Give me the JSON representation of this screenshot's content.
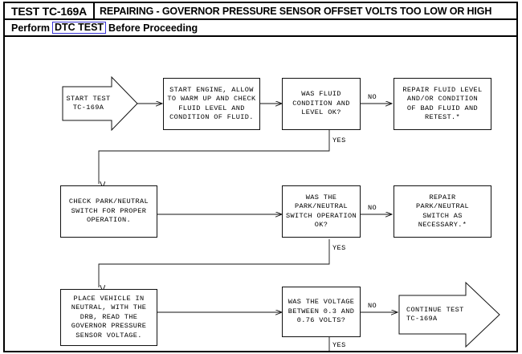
{
  "header": {
    "test_id": "TEST TC-169A",
    "title": "REPAIRING - GOVERNOR PRESSURE SENSOR OFFSET VOLTS TOO LOW OR HIGH",
    "sub_prefix": "Perform",
    "sub_link": "DTC TEST",
    "sub_suffix": "Before Proceeding",
    "link_color": "#3b36d6"
  },
  "flow": {
    "nodes": [
      {
        "id": "start",
        "shape": "arrow-right",
        "text": "START TEST\nTC-169A",
        "align": "center"
      },
      {
        "id": "start-engine",
        "shape": "rect",
        "text": "START ENGINE, ALLOW\nTO WARM UP AND CHECK\nFLUID LEVEL AND\nCONDITION OF FLUID."
      },
      {
        "id": "fluid-decision",
        "shape": "rect",
        "text": "WAS FLUID\nCONDITION AND\nLEVEL OK?"
      },
      {
        "id": "repair-fluid",
        "shape": "rect",
        "text": "REPAIR FLUID LEVEL\nAND/OR CONDITION\nOF BAD FLUID AND\nRETEST.*"
      },
      {
        "id": "check-switch",
        "shape": "rect",
        "text": "CHECK PARK/NEUTRAL\nSWITCH FOR PROPER\nOPERATION."
      },
      {
        "id": "switch-decision",
        "shape": "rect",
        "text": "WAS THE\nPARK/NEUTRAL\nSWITCH OPERATION\nOK?"
      },
      {
        "id": "repair-switch",
        "shape": "rect",
        "text": "REPAIR\nPARK/NEUTRAL\nSWITCH AS\nNECESSARY.*"
      },
      {
        "id": "place-neutral",
        "shape": "rect",
        "text": "PLACE VEHICLE IN\nNEUTRAL, WITH THE\nDRB, READ THE\nGOVERNOR PRESSURE\nSENSOR VOLTAGE."
      },
      {
        "id": "voltage-decision",
        "shape": "rect",
        "text": "WAS THE VOLTAGE\nBETWEEN 0.3 AND\n0.76 VOLTS?"
      },
      {
        "id": "continue-test",
        "shape": "arrow-right",
        "text": "CONTINUE TEST\nTC-169A",
        "align": "left"
      }
    ],
    "edge_labels": [
      {
        "id": "no-1",
        "text": "NO"
      },
      {
        "id": "yes-1",
        "text": "YES"
      },
      {
        "id": "no-2",
        "text": "NO"
      },
      {
        "id": "yes-2",
        "text": "YES"
      },
      {
        "id": "no-3",
        "text": "NO"
      },
      {
        "id": "yes-3",
        "text": "YES"
      }
    ]
  }
}
